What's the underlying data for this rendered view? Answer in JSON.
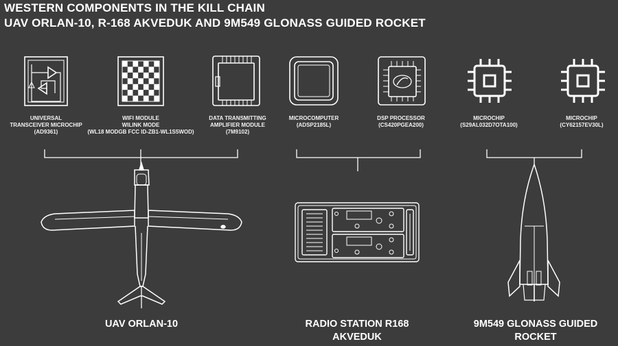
{
  "header": {
    "title_line1": "WESTERN COMPONENTS IN THE KILL CHAIN",
    "title_line2": "UAV ORLAN-10, R-168 AKVEDUK AND 9M549 GLONASS GUIDED ROCKET"
  },
  "components": [
    {
      "lines": [
        "UNIVERSAL",
        "TRANSCEIVER MICROCHIP",
        "(AD9361)"
      ],
      "icon": "transceiver-circuit-icon"
    },
    {
      "lines": [
        "WIFI MODULE",
        "WILINK MODE",
        "(WL18 MODGB FCC ID-ZB1-WL1S5WOD)"
      ],
      "icon": "wifi-module-chip-icon"
    },
    {
      "lines": [
        "DATA TRANSMITTING",
        "AMPLIFIER MODULE",
        "(7M9102)"
      ],
      "icon": "amplifier-module-icon"
    },
    {
      "lines": [
        "MICROCOMPUTER",
        "(ADSP2185L)"
      ],
      "icon": "microcomputer-chip-icon"
    },
    {
      "lines": [
        "DSP PROCESSOR",
        "(CS420PGEA200)"
      ],
      "icon": "dsp-processor-icon"
    },
    {
      "lines": [
        "MICROCHIP",
        "(S29AL032D7OTA100)"
      ],
      "icon": "microchip-icon"
    },
    {
      "lines": [
        "MICROCHIP",
        "(CY62157EV30L)"
      ],
      "icon": "microchip-icon"
    }
  ],
  "systems": [
    {
      "lines": [
        "UAV ORLAN-10"
      ],
      "icon": "uav-drone-icon"
    },
    {
      "lines": [
        "RADIO STATION R168",
        "AKVEDUK"
      ],
      "icon": "radio-station-icon"
    },
    {
      "lines": [
        "9M549 GLONASS GUIDED",
        "ROCKET"
      ],
      "icon": "rocket-icon"
    }
  ],
  "colors": {
    "background": "#3c3c3c",
    "foreground": "#ffffff"
  }
}
